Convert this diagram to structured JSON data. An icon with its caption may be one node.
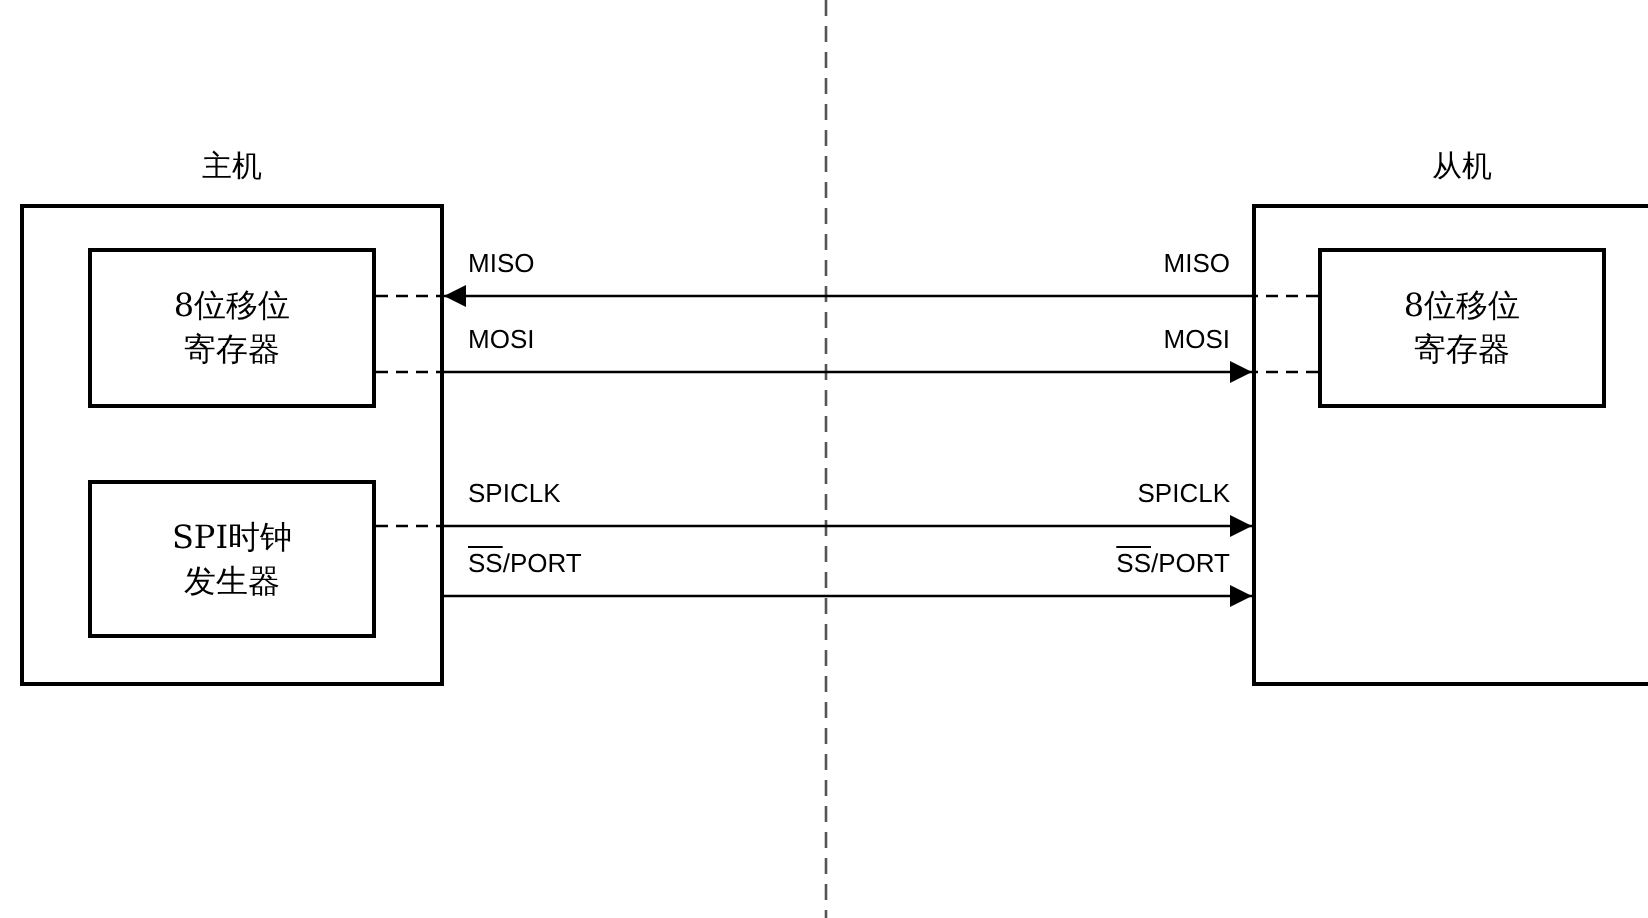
{
  "diagram": {
    "nodes": [
      {
        "text": [
          "主机"
        ]
      },
      {
        "text": [
          "8位移位寄存器"
        ],
        "in": 0
      },
      {
        "text": [
          "SPI时钟发生器"
        ],
        "in": 0
      },
      {
        "text": [
          "从机"
        ]
      },
      {
        "text": [
          "8位移位寄存器"
        ],
        "in": 3
      }
    ],
    "edges": [
      {
        "from": 3,
        "to": 0,
        "arrow": "to",
        "label": "MISO"
      },
      {
        "from": 0,
        "to": 3,
        "arrow": "to",
        "label": "MOSI"
      },
      {
        "from": 0,
        "to": 3,
        "arrow": "to",
        "label": "SPICLK"
      },
      {
        "from": 0,
        "to": 3,
        "arrow": "to",
        "label": "SS/PORT"
      },
      {
        "from": 1,
        "to": 0,
        "arrow": "none",
        "style": "dashed"
      },
      {
        "from": 4,
        "to": 3,
        "arrow": "none",
        "style": "dashed"
      },
      {
        "from": 1,
        "to": 0,
        "arrow": "none",
        "style": "dashed"
      },
      {
        "from": 4,
        "to": 3,
        "arrow": "none",
        "style": "dashed"
      },
      {
        "from": 2,
        "to": 0,
        "arrow": "none",
        "style": "dashed"
      }
    ],
    "labels": [
      "MISO",
      "MOSI",
      "SPICLK",
      "SS/PORT"
    ]
  }
}
